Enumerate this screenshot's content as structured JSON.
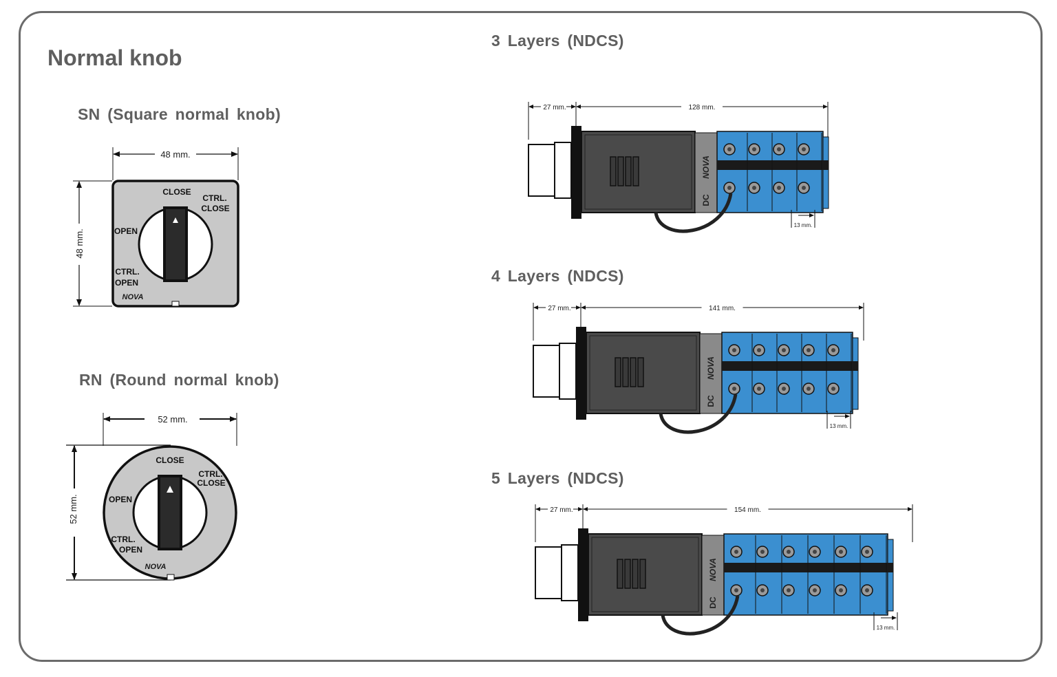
{
  "page": {
    "title": "Normal knob"
  },
  "sn": {
    "title": "SN (Square normal knob)",
    "width": "48 mm.",
    "height": "48 mm.",
    "close": "CLOSE",
    "ctrl_close_1": "CTRL.",
    "ctrl_close_2": "CLOSE",
    "open": "OPEN",
    "ctrl_open_1": "CTRL.",
    "ctrl_open_2": "OPEN",
    "brand": "NOVA"
  },
  "rn": {
    "title": "RN (Round normal knob)",
    "width": "52 mm.",
    "height": "52 mm.",
    "close": "CLOSE",
    "ctrl_close_1": "CTRL.",
    "ctrl_close_2": "CLOSE",
    "open": "OPEN",
    "ctrl_open_1": "CTRL.",
    "ctrl_open_2": "OPEN",
    "brand": "NOVA"
  },
  "layers3": {
    "title": "3 Layers (NDCS)",
    "front": "27 mm.",
    "body": "128 mm.",
    "pitch": "13 mm.",
    "dc": "DC",
    "brand": "NOVA"
  },
  "layers4": {
    "title": "4 Layers (NDCS)",
    "front": "27 mm.",
    "body": "141 mm.",
    "pitch": "13 mm.",
    "dc": "DC",
    "brand": "NOVA"
  },
  "layers5": {
    "title": "5 Layers (NDCS)",
    "front": "27 mm.",
    "body": "154 mm.",
    "pitch": "13 mm.",
    "dc": "DC",
    "brand": "NOVA"
  },
  "colors": {
    "frame": "#6b6b6b",
    "heading": "#5f5f5f",
    "terminal_blue": "#3b8fd0",
    "body_dark": "#4a4a4a",
    "knob_face": "#c8c8c8"
  }
}
